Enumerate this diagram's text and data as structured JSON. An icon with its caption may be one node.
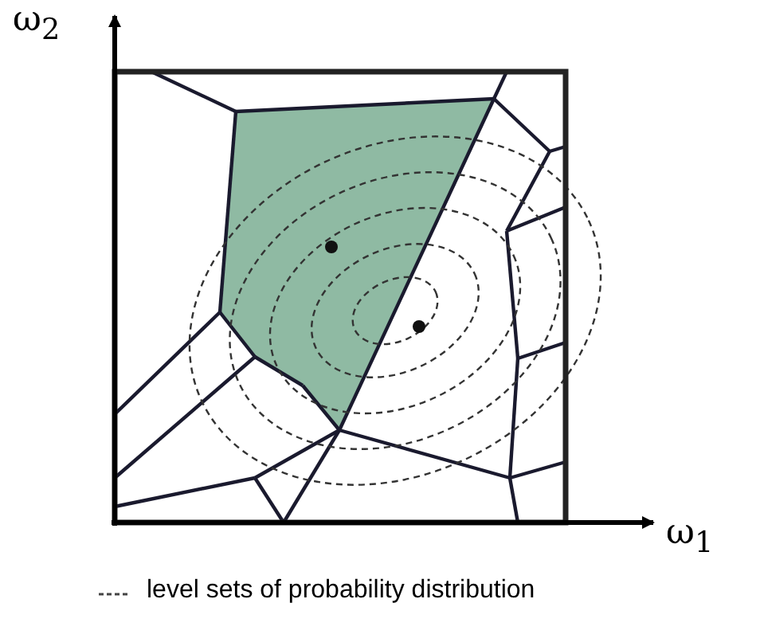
{
  "diagram": {
    "labels": [
      "ω$_{2}$",
      "ω$_{1}$"
    ],
    "legend": [
      {
        "text": "level sets of probability distribution"
      }
    ]
  }
}
